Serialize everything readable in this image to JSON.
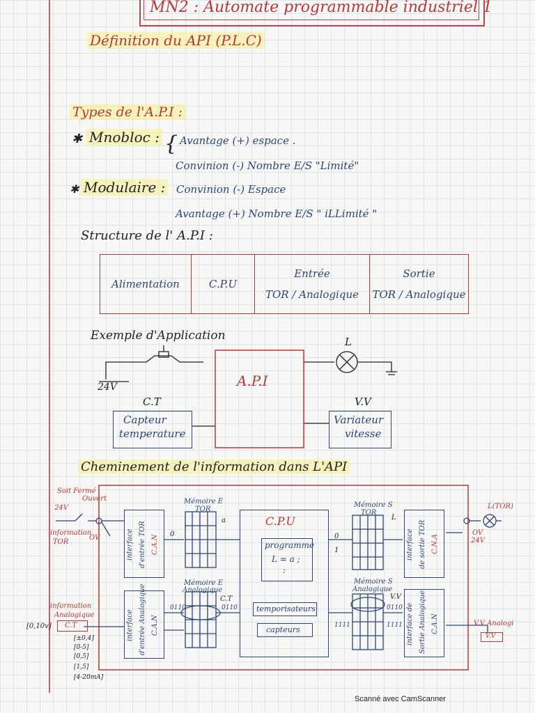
{
  "title": "MN2 : Automate programmable industriel 1",
  "definition": "Définition du API (P.L.C)",
  "types": {
    "heading": "Types de l'A.P.I :",
    "monobloc": {
      "label": "Mnobloc :",
      "advantage": "Avantage (+) espace .",
      "disadvantage": "Convinion (-) Nombre E/S \"Limité\""
    },
    "modulaire": {
      "label": "Modulaire :",
      "disadvantage": "Convinion (-) Espace",
      "advantage": "Avantage (+) Nombre E/S \" iLLimité \""
    }
  },
  "structure": {
    "heading": "Structure de l' A.P.I :",
    "cells": [
      {
        "line1": "Alimentation",
        "line2": ""
      },
      {
        "line1": "C.P.U",
        "line2": ""
      },
      {
        "line1": "Entrée",
        "line2": "TOR / Analogique"
      },
      {
        "line1": "Sortie",
        "line2": "TOR / Analogique"
      }
    ]
  },
  "example": {
    "heading": "Exemple d'Application",
    "voltage": "24V",
    "api": "A.P.I",
    "lamp": "L",
    "ct_label": "C.T",
    "ct_box": [
      "Capteur",
      "temperature"
    ],
    "vv_label": "V.V",
    "vv_box": [
      "Variateur",
      "vitesse"
    ]
  },
  "flow": {
    "heading": "Cheminement de l'information dans L'API",
    "left": {
      "switch_label": [
        "Soit Fermé",
        "Ouvert"
      ],
      "v24": "24V",
      "ov": "OV",
      "info_tor": [
        "information",
        "TOR"
      ],
      "info_analog": [
        "information",
        "Analogique"
      ],
      "ct": "C.T",
      "range_main": "[0,10v]",
      "ranges": [
        "[±0,4]",
        "[0-5]",
        "[0,5]",
        "[1,5]",
        "[4-20mA]"
      ]
    },
    "right": {
      "lamp": "L(TOR)",
      "ov": "OV",
      "v24": "24V",
      "vv_analog": "V.V Analogi",
      "vv": "V.V"
    },
    "modules": {
      "can_in": [
        "interface",
        "d'entrée TOR",
        "C.A.N"
      ],
      "can_in_analog": [
        "interface",
        "d'entrée Analogique",
        "C.A.N"
      ],
      "mem_in_tor": [
        "Mémoire E",
        "TOR"
      ],
      "mem_in_analog": [
        "Mémoire E",
        "Analogique"
      ],
      "cpu": "C.P.U",
      "program": [
        "programme",
        "L = a ;",
        ":"
      ],
      "temporisateurs": "temporisateurs",
      "capteurs": "capteurs",
      "mem_out_tor": [
        "Mémoire S",
        "TOR"
      ],
      "mem_out_analog": [
        "Mémoire S",
        "Analogique"
      ],
      "out_tor": [
        "interface",
        "de sortie TOR",
        "C.N.A"
      ],
      "out_analog": [
        "interface de",
        "Sortie Analogique",
        "C.A.N"
      ],
      "mem_labels": {
        "a": "a",
        "ct": "C.T",
        "l": "L",
        "vv": "V.V"
      },
      "bits_in": "0110",
      "bits_in2": "0110",
      "bits_ones": "1111",
      "bits_out": "0110",
      "bits_out2": "1111",
      "zero": "0",
      "one": "1"
    }
  },
  "footer": "Scanné avec CamScanner"
}
